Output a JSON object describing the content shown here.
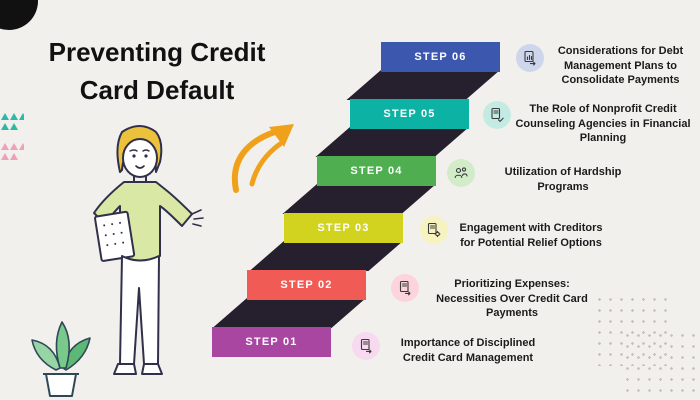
{
  "title": {
    "text": "Preventing Credit Card Default"
  },
  "colors": {
    "background": "#f2f0ec",
    "title_text": "#111111",
    "step_shadow": "#261f2d",
    "arrow": "#f0a11b",
    "dot_pattern": "#c9c3bc",
    "corner_circle": "#111111"
  },
  "steps": [
    {
      "label": "STEP 01",
      "description": "Importance of Disciplined Credit Card Management",
      "bar_color": "#a946a2",
      "icon_bg": "#f7d9f0",
      "icon": "document-arrows-icon"
    },
    {
      "label": "STEP 02",
      "description": "Prioritizing Expenses: Necessities Over Credit Card Payments",
      "bar_color": "#f15b56",
      "icon_bg": "#fdd3dc",
      "icon": "document-arrows-icon"
    },
    {
      "label": "STEP 03",
      "description": "Engagement with Creditors for Potential Relief Options",
      "bar_color": "#d2d31f",
      "icon_bg": "#f6f3c0",
      "icon": "document-gear-icon"
    },
    {
      "label": "STEP 04",
      "description": "Utilization of Hardship Programs",
      "bar_color": "#4faf50",
      "icon_bg": "#d2ecca",
      "icon": "people-group-icon"
    },
    {
      "label": "STEP 05",
      "description": "The Role of Nonprofit Credit Counseling Agencies in Financial Planning",
      "bar_color": "#0cb2a4",
      "icon_bg": "#c4ebe3",
      "icon": "document-check-icon"
    },
    {
      "label": "STEP 06",
      "description": "Considerations for Debt Management Plans to Consolidate Payments",
      "bar_color": "#3c57ae",
      "icon_bg": "#ced6ec",
      "icon": "document-report-icon"
    }
  ]
}
